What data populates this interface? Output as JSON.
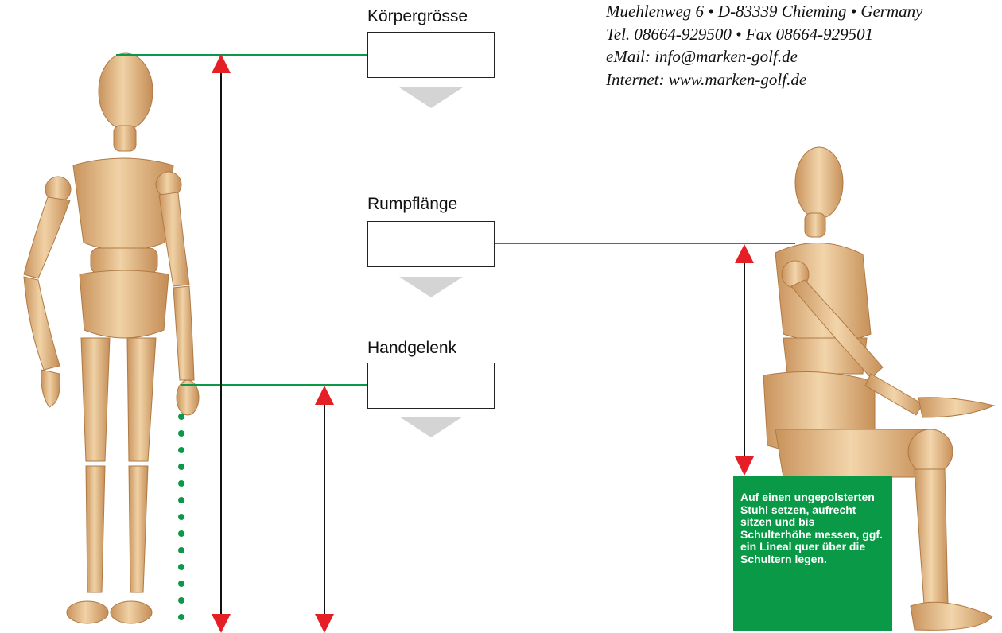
{
  "header": {
    "contact_lines": [
      "Muehlenweg 6 • D-83339 Chieming • Germany",
      "Tel. 08664-929500 • Fax 08664-929501",
      "eMail:  info@marken-golf.de",
      "Internet: www.marken-golf.de"
    ]
  },
  "fields": {
    "koerpergroesse": {
      "label": "Körpergrösse",
      "value": ""
    },
    "rumpflaenge": {
      "label": "Rumpflänge",
      "value": ""
    },
    "handgelenk": {
      "label": "Handgelenk",
      "value": ""
    }
  },
  "instruction_note": "Auf einen ungepolsterten Stuhl setzen, aufrecht sitzen und bis Schulterhöhe messen, ggf. ein Lineal quer über die Schultern legen.",
  "colors": {
    "guide_line": "#0a9a47",
    "arrow": "#e41f26",
    "note_background": "#0a9a47",
    "mannequin_wood": "#e2bd8e"
  },
  "illustrations": [
    "standing-wooden-mannequin",
    "seated-wooden-mannequin"
  ]
}
